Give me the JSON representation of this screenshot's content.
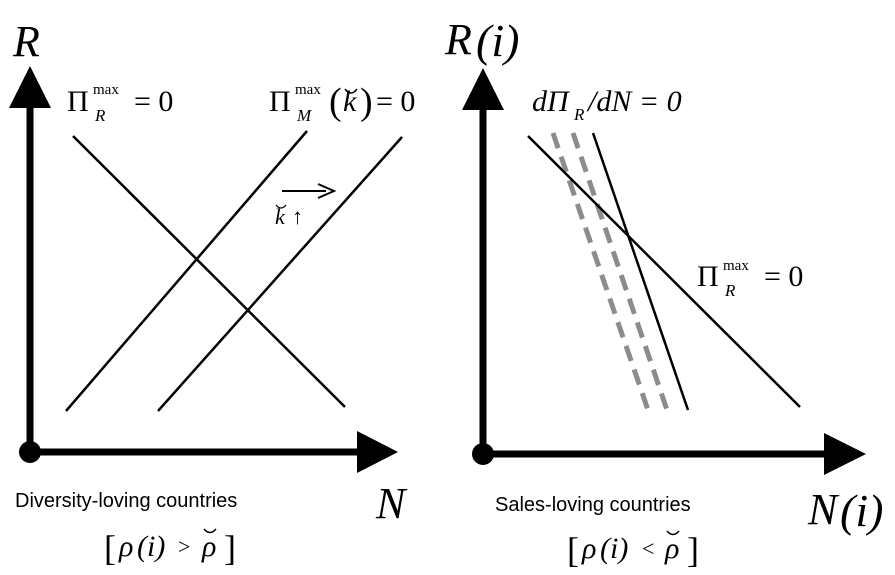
{
  "left_panel": {
    "y_axis_label": "R",
    "x_axis_label": "N",
    "curve_pi_r": {
      "sym": "Π",
      "sup": "max",
      "sub": "R",
      "rhs": "= 0"
    },
    "curve_pi_m": {
      "sym": "Π",
      "sup": "max",
      "sub": "M",
      "lp": "(",
      "arg": "k",
      "rp": ")",
      "rhs": "= 0"
    },
    "shift_label": {
      "arg": "k",
      "arrow": "↑"
    },
    "caption": "Diversity-loving countries",
    "condition": {
      "lb": "[",
      "rho": "ρ",
      "paren": "(i)",
      "op": ">",
      "rho2": "ρ",
      "rb": "]"
    }
  },
  "right_panel": {
    "y_axis_label": {
      "main": "R",
      "arg": "(i)"
    },
    "x_axis_label": {
      "main": "N",
      "arg": "(i)"
    },
    "curve_dpi": {
      "text": "dΠ",
      "sub": "R",
      "rest": "/dN = 0"
    },
    "curve_pi_r": {
      "sym": "Π",
      "sup": "max",
      "sub": "R",
      "rhs": "= 0"
    },
    "caption": "Sales-loving countries",
    "condition": {
      "lb": "[",
      "rho": "ρ",
      "paren": "(i)",
      "op": "<",
      "rho2": "ρ",
      "rb": "]"
    }
  },
  "colors": {
    "ink": "#000000",
    "dashed": "#8c8c8c"
  }
}
